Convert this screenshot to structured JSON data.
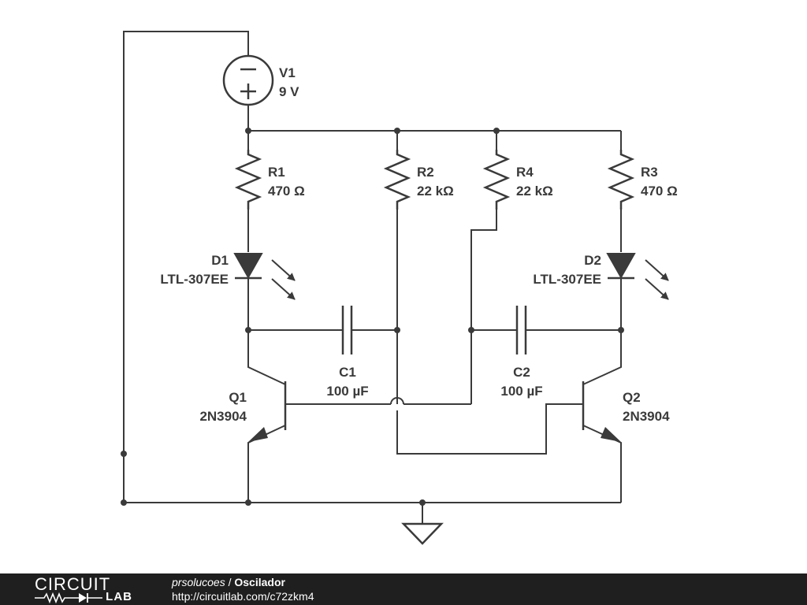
{
  "components": {
    "V1": {
      "ref": "V1",
      "value": "9 V"
    },
    "R1": {
      "ref": "R1",
      "value": "470 Ω"
    },
    "R2": {
      "ref": "R2",
      "value": "22 kΩ"
    },
    "R3": {
      "ref": "R3",
      "value": "470 Ω"
    },
    "R4": {
      "ref": "R4",
      "value": "22 kΩ"
    },
    "D1": {
      "ref": "D1",
      "value": "LTL-307EE"
    },
    "D2": {
      "ref": "D2",
      "value": "LTL-307EE"
    },
    "C1": {
      "ref": "C1",
      "value": "100 µF"
    },
    "C2": {
      "ref": "C2",
      "value": "100 µF"
    },
    "Q1": {
      "ref": "Q1",
      "value": "2N3904"
    },
    "Q2": {
      "ref": "Q2",
      "value": "2N3904"
    }
  },
  "footer": {
    "logo_top": "CIRCUIT",
    "logo_bottom": "LAB",
    "user": "prsolucoes",
    "separator": " / ",
    "title": "Oscilador",
    "url": "http://circuitlab.com/c72zkm4"
  },
  "colors": {
    "ink": "#3a3a3a",
    "footer_bg": "#1f1f1f",
    "footer_text": "#ffffff"
  }
}
